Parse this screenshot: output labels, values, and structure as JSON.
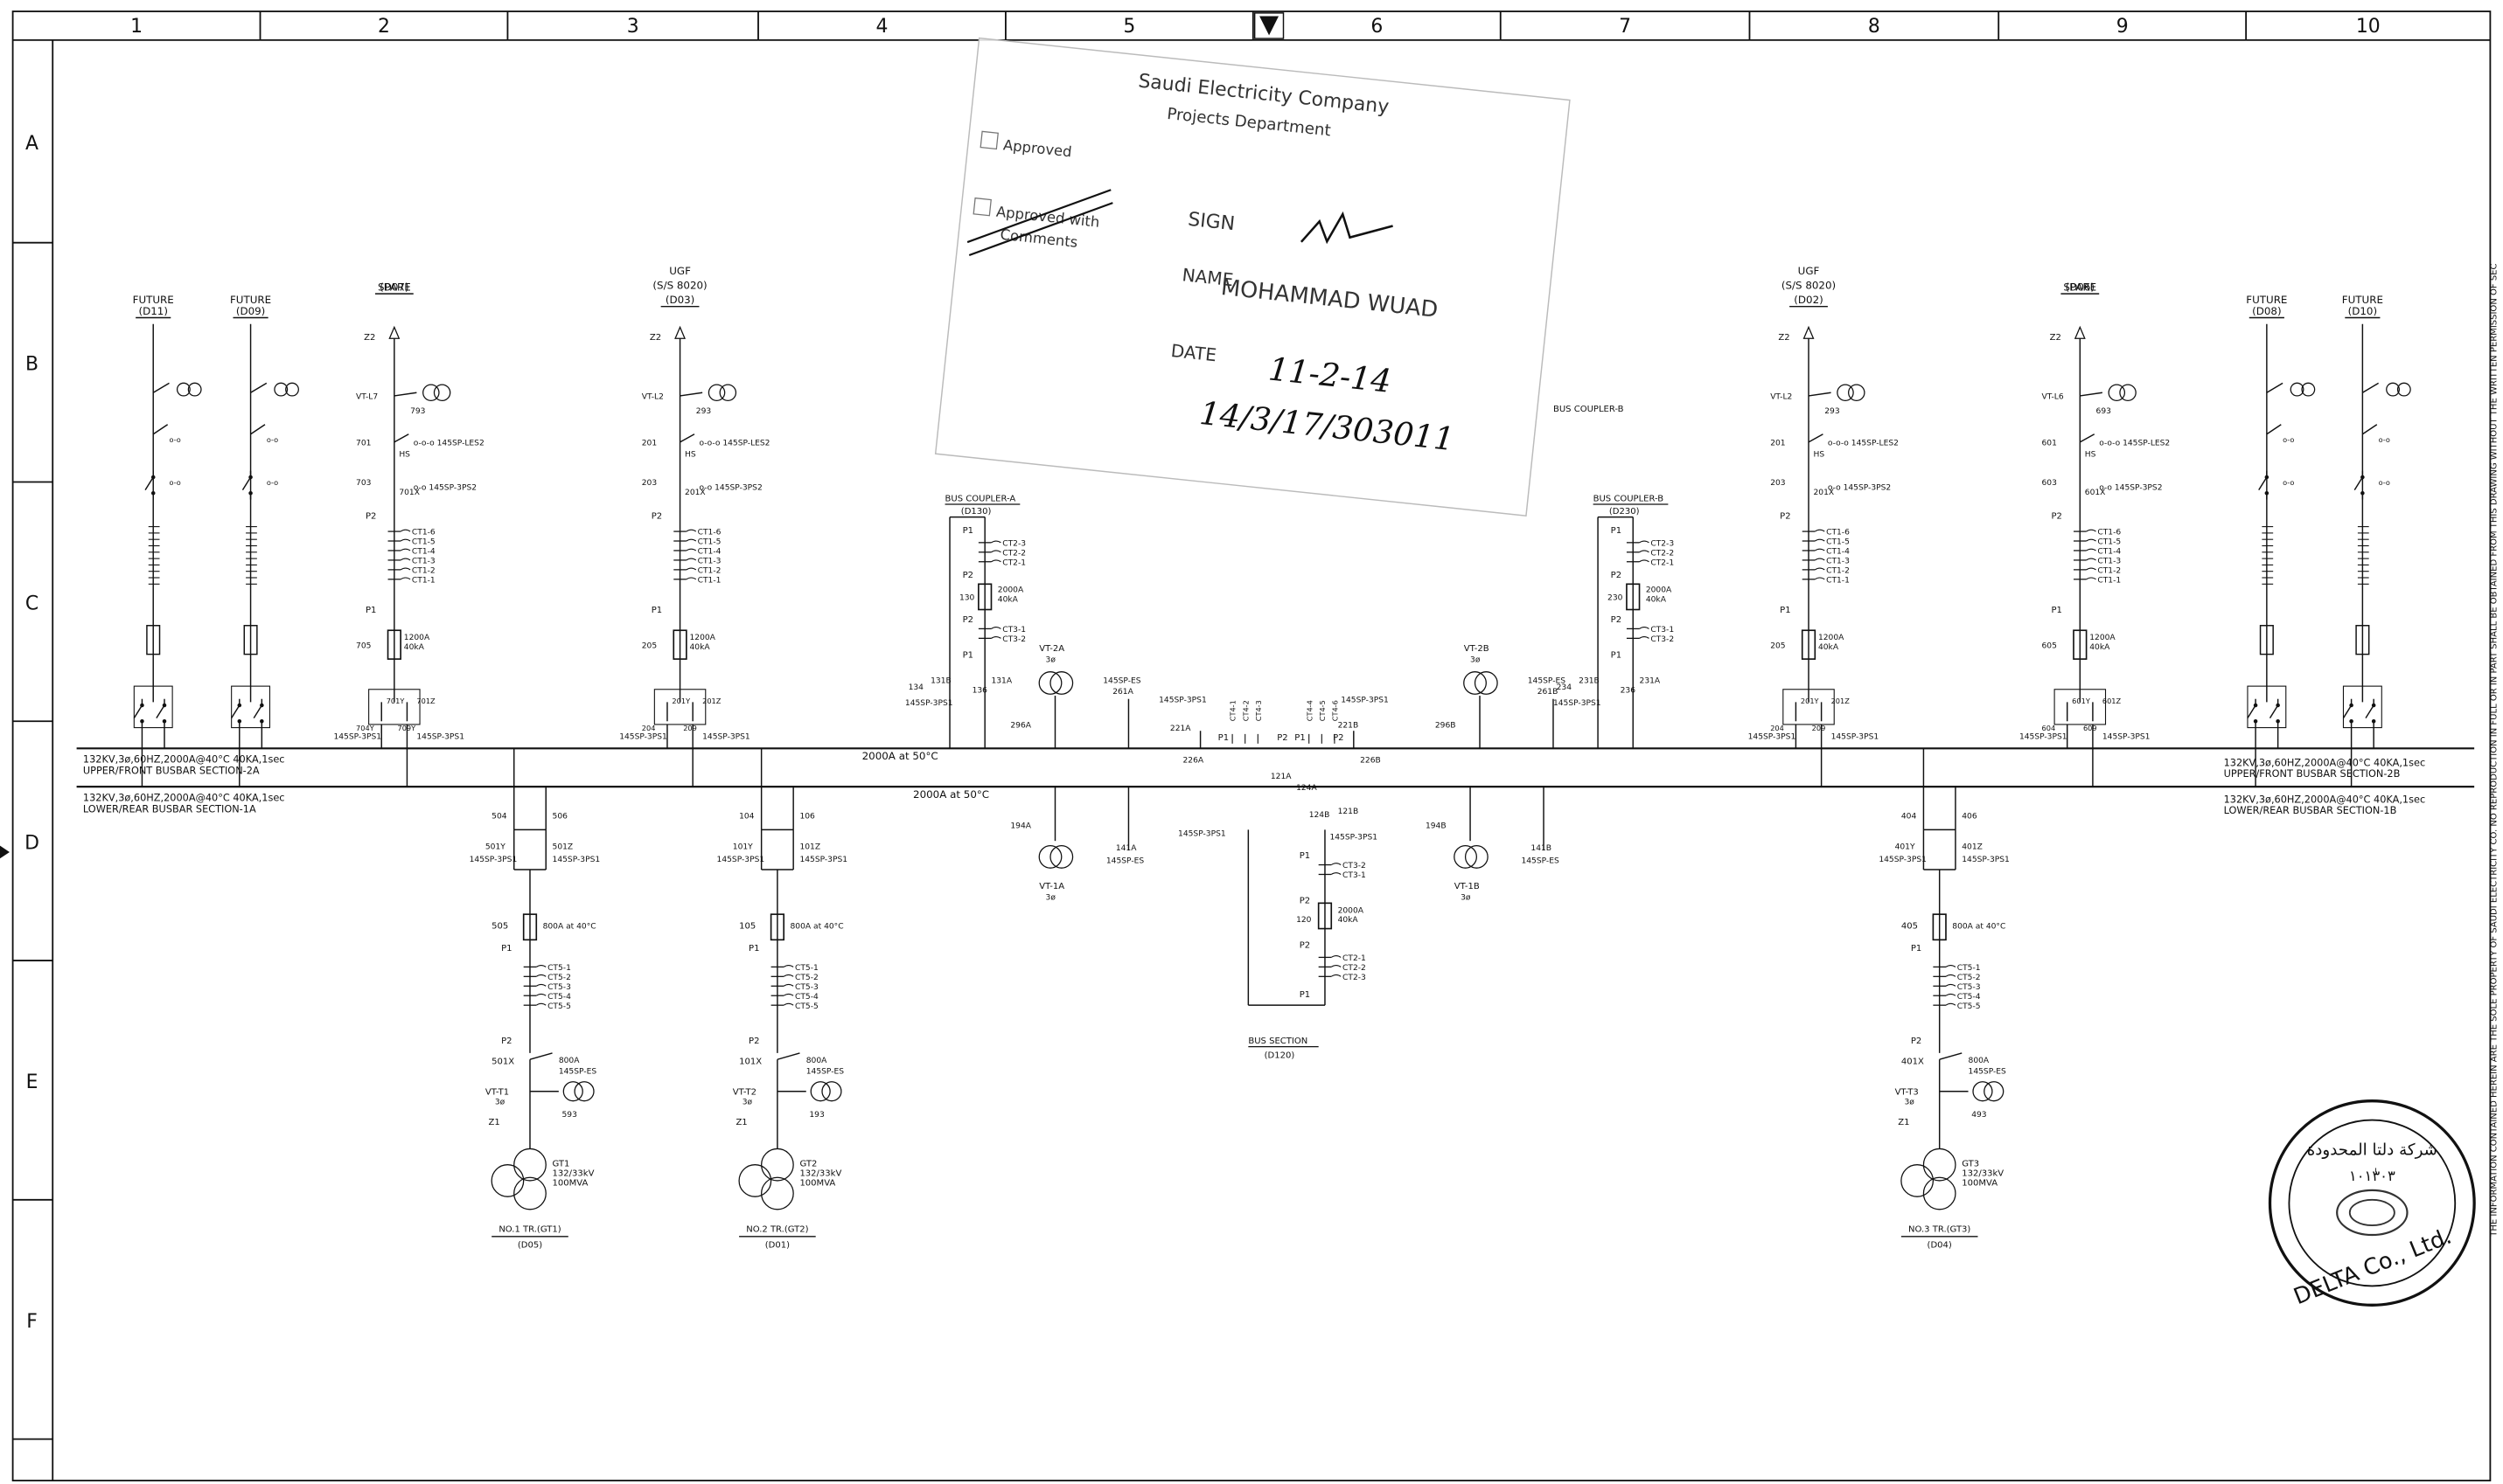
{
  "border": {
    "columns": [
      "1",
      "2",
      "3",
      "4",
      "5",
      "6",
      "7",
      "8",
      "9",
      "10"
    ],
    "rows": [
      "A",
      "B",
      "C",
      "D",
      "E",
      "F"
    ]
  },
  "busbars": {
    "upper_left": [
      "132KV,3ø,60HZ,2000A@40°C 40KA,1sec",
      "UPPER/FRONT BUSBAR SECTION-2A"
    ],
    "lower_left": [
      "132KV,3ø,60HZ,2000A@40°C 40KA,1sec",
      "LOWER/REAR BUSBAR SECTION-1A"
    ],
    "upper_right": [
      "132KV,3ø,60HZ,2000A@40°C 40KA,1sec",
      "UPPER/FRONT BUSBAR SECTION-2B"
    ],
    "lower_right": [
      "132KV,3ø,60HZ,2000A@40°C 40KA,1sec",
      "LOWER/REAR BUSBAR SECTION-1B"
    ],
    "rating_a": "2000A at 50°C",
    "rating_b": "2000A at 50°C"
  },
  "feeders": [
    {
      "name": "FUTURE",
      "code": "(D11)"
    },
    {
      "name": "FUTURE",
      "code": "(D09)"
    },
    {
      "name": "SPARE",
      "code": "(D07)",
      "vt": "VT-L7",
      "es": "793",
      "ds": "701",
      "hs": "HS",
      "sw1": "145SP-LES2",
      "ds2": "703",
      "ds2x": "701X",
      "sw2": "145SP-3PS2",
      "cb": "705",
      "rating": [
        "1200A",
        "40kA"
      ],
      "bus1": "701Y",
      "bus2": "701Z",
      "bus1b": "704Y",
      "bus2b": "709Y",
      "sw3": "145SP-3PS1",
      "sw4": "145SP-3PS1"
    },
    {
      "name": "UGF",
      "sub": "(S/S 8020)",
      "code": "(D03)",
      "vt": "VT-L2",
      "es": "293",
      "ds": "201",
      "hs": "HS",
      "sw1": "145SP-LES2",
      "ds2": "203",
      "ds2x": "201X",
      "sw2": "145SP-3PS2",
      "cb": "205",
      "rating": [
        "1200A",
        "40kA"
      ],
      "bus1": "201Y",
      "bus2": "201Z",
      "bus1b": "204",
      "bus2b": "209",
      "sw3": "145SP-3PS1",
      "sw4": "145SP-3PS1"
    },
    {
      "name": "UGF",
      "sub": "(S/S 8020)",
      "code": "(D02)",
      "vt": "VT-L2",
      "es": "293",
      "ds": "201",
      "hs": "HS",
      "sw1": "145SP-LES2",
      "ds2": "203",
      "ds2x": "201X",
      "sw2": "145SP-3PS2",
      "cb": "205",
      "rating": [
        "1200A",
        "40kA"
      ],
      "bus1": "201Y",
      "bus2": "201Z",
      "bus1b": "204",
      "bus2b": "209",
      "sw3": "145SP-3PS1",
      "sw4": "145SP-3PS1"
    },
    {
      "name": "SPARE",
      "code": "(D06)",
      "vt": "VT-L6",
      "es": "693",
      "ds": "601",
      "hs": "HS",
      "sw1": "145SP-LES2",
      "ds2": "603",
      "ds2x": "601X",
      "sw2": "145SP-3PS2",
      "cb": "605",
      "rating": [
        "1200A",
        "40kA"
      ],
      "bus1": "601Y",
      "bus2": "601Z",
      "bus1b": "604",
      "bus2b": "609",
      "sw3": "145SP-3PS1",
      "sw4": "145SP-3PS1"
    },
    {
      "name": "FUTURE",
      "code": "(D08)"
    },
    {
      "name": "FUTURE",
      "code": "(D10)"
    }
  ],
  "ct_feeder": [
    "P2",
    "CT1-6",
    "CT1-5",
    "CT1-4",
    "CT1-3",
    "CT1-2",
    "CT1-1",
    "P1"
  ],
  "transformers": [
    {
      "d1": "504",
      "d2": "506",
      "d1y": "501Y",
      "d2z": "501Z",
      "sw": "145SP-3PS1",
      "cb": "505",
      "rating": "800A at 40°C",
      "ct": [
        "CT5-1",
        "CT5-2",
        "CT5-3",
        "CT5-4",
        "CT5-5"
      ],
      "es": "501X",
      "es_rating": "800A",
      "es_sw": "145SP-ES",
      "vt": "VT-T1",
      "vt_ph": "3ø",
      "es2": "593",
      "z": "Z1",
      "name": "GT1",
      "volt": "132/33kV",
      "mva": "100MVA",
      "title": "NO.1 TR.(GT1)",
      "code": "(D05)"
    },
    {
      "d1": "104",
      "d2": "106",
      "d1y": "101Y",
      "d2z": "101Z",
      "sw": "145SP-3PS1",
      "cb": "105",
      "rating": "800A at 40°C",
      "ct": [
        "CT5-1",
        "CT5-2",
        "CT5-3",
        "CT5-4",
        "CT5-5"
      ],
      "es": "101X",
      "es_rating": "800A",
      "es_sw": "145SP-ES",
      "vt": "VT-T2",
      "vt_ph": "3ø",
      "es2": "193",
      "z": "Z1",
      "name": "GT2",
      "volt": "132/33kV",
      "mva": "100MVA",
      "title": "NO.2 TR.(GT2)",
      "code": "(D01)"
    },
    {
      "d1": "404",
      "d2": "406",
      "d1y": "401Y",
      "d2z": "401Z",
      "sw": "145SP-3PS1",
      "cb": "405",
      "rating": "800A at 40°C",
      "ct": [
        "CT5-1",
        "CT5-2",
        "CT5-3",
        "CT5-4",
        "CT5-5"
      ],
      "es": "401X",
      "es_rating": "800A",
      "es_sw": "145SP-ES",
      "vt": "VT-T3",
      "vt_ph": "3ø",
      "es2": "493",
      "z": "Z1",
      "name": "GT3",
      "volt": "132/33kV",
      "mva": "100MVA",
      "title": "NO.3 TR.(GT3)",
      "code": "(D04)"
    }
  ],
  "coupler_a": {
    "title": "BUS COUPLER-A",
    "code": "(D130)",
    "cb": "130",
    "rating": [
      "2000A",
      "40kA"
    ],
    "ct_top": [
      "CT2-3",
      "CT2-2",
      "CT2-1"
    ],
    "ct_bot": [
      "CT3-1",
      "CT3-2"
    ],
    "d1": "134",
    "d1y": "131B",
    "d2": "136",
    "d2y": "131A",
    "sw": "145SP-3PS1"
  },
  "coupler_b": {
    "title": "BUS COUPLER-B",
    "code": "(D230)",
    "cb": "230",
    "rating": [
      "2000A",
      "40kA"
    ],
    "ct_top": [
      "CT2-3",
      "CT2-2",
      "CT2-1"
    ],
    "ct_bot": [
      "CT3-1",
      "CT3-2"
    ],
    "d1": "234",
    "d1y": "231B",
    "d2": "236",
    "d2y": "231A",
    "sw": "145SP-3PS1",
    "label_top": "BUS COUPLER-B"
  },
  "bus_section": {
    "title": "BUS SECTION",
    "code": "(D120)",
    "cb": "120",
    "rating": [
      "2000A",
      "40kA"
    ],
    "ct_top": [
      "CT3-2",
      "CT3-1"
    ],
    "ct_bot": [
      "CT2-1",
      "CT2-2",
      "CT2-3"
    ],
    "d1": "124A",
    "d2": "124B",
    "d1y": "121A",
    "d2y": "121B",
    "sw": "145SP-3PS1",
    "ct_labels": [
      "CT4-1",
      "CT4-2",
      "CT4-3",
      "CT4-4",
      "CT4-5",
      "CT4-6"
    ]
  },
  "vts": [
    {
      "id": "VT-2A",
      "ph": "3ø",
      "ds": "296A",
      "es": "261A",
      "sw": "145SP-ES"
    },
    {
      "id": "VT-2B",
      "ph": "3ø",
      "ds": "296B",
      "es": "261B",
      "sw": "145SP-ES"
    },
    {
      "id": "VT-1A",
      "ph": "3ø",
      "ds": "194A",
      "es": "141A",
      "sw": "145SP-ES"
    },
    {
      "id": "VT-1B",
      "ph": "3ø",
      "ds": "194B",
      "es": "141B",
      "sw": "145SP-ES"
    }
  ],
  "misc_labels": [
    "221A",
    "226A",
    "221B",
    "226B",
    "145SP-3PS1",
    "145SP-3PS1",
    "P1",
    "P2",
    "P2",
    "P1"
  ],
  "zone_labels": [
    "Z2",
    "Z2",
    "Z2",
    "Z2"
  ],
  "stamp": {
    "lines": [
      "Saudi Electricity Company",
      "Projects Department",
      "Approved",
      "Approved with",
      "Comments",
      "SIGN",
      "NAME",
      "DATE"
    ],
    "name": "MOHAMMAD WUAD",
    "date": "11-2-14",
    "ref": "14/3/17/303011"
  },
  "seal": {
    "arabic": "شركة دلتا المحدودة",
    "number": "١٠١ٰ٣٠٣",
    "latin": "DELTA Co., Ltd."
  },
  "margin_note": "THE INFORMATION CONTAINED HEREIN ARE THE SOLE PROPERTY OF SAUDI ELECTRICITY CO. NO REPRODUCTION IN FULL OR IN PART SHALL BE OBTAINED FROM THIS DRAWING WITHOUT THE WRITTEN PERMISSION OF SEC"
}
